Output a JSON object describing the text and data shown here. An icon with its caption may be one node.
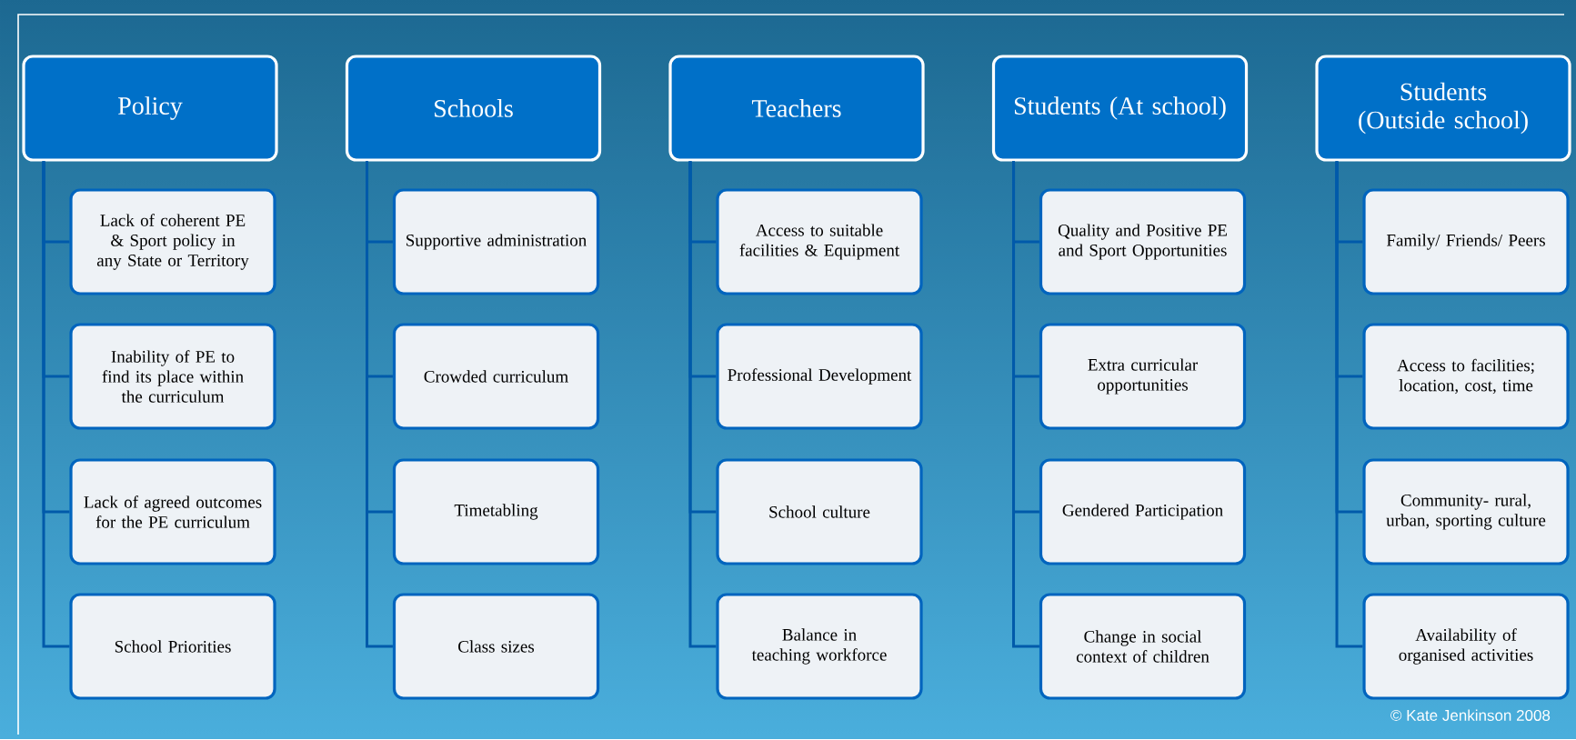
{
  "diagram": {
    "nodes": [
      {
        "text": [
          "Policy"
        ]
      },
      {
        "text": [
          "Lack of coherent PE & Sport policy in any State or Territory"
        ]
      },
      {
        "text": [
          "Inability of PE to find its place within the curriculum"
        ]
      },
      {
        "text": [
          "Lack of agreed outcomes for the PE curriculum"
        ]
      },
      {
        "text": [
          "School Priorities"
        ]
      },
      {
        "text": [
          "Schools"
        ]
      },
      {
        "text": [
          "Supportive administration"
        ]
      },
      {
        "text": [
          "Crowded curriculum"
        ]
      },
      {
        "text": [
          "Timetabling"
        ]
      },
      {
        "text": [
          "Class sizes"
        ]
      },
      {
        "text": [
          "Teachers"
        ]
      },
      {
        "text": [
          "Access to suitable facilities & Equipment"
        ]
      },
      {
        "text": [
          "Professional Development"
        ]
      },
      {
        "text": [
          "School culture"
        ]
      },
      {
        "text": [
          "Balance in teaching workforce"
        ]
      },
      {
        "text": [
          "Students (At school)"
        ]
      },
      {
        "text": [
          "Quality and Positive PE and Sport Opportunities"
        ]
      },
      {
        "text": [
          "Extra curricular opportunities"
        ]
      },
      {
        "text": [
          "Gendered Participation"
        ]
      },
      {
        "text": [
          "Change in social context of children"
        ]
      },
      {
        "text": [
          "Students (Outside school)"
        ]
      },
      {
        "text": [
          "Family/ Friends/ Peers"
        ]
      },
      {
        "text": [
          "Access to facilities; location, cost, time"
        ]
      },
      {
        "text": [
          "Community- rural, urban, sporting culture"
        ]
      },
      {
        "text": [
          "Availability of organised activities"
        ]
      }
    ],
    "edges": [
      {
        "from": 0,
        "to": 1,
        "arrow": "none"
      },
      {
        "from": 0,
        "to": 2,
        "arrow": "none"
      },
      {
        "from": 0,
        "to": 3,
        "arrow": "none"
      },
      {
        "from": 0,
        "to": 4,
        "arrow": "none"
      },
      {
        "from": 5,
        "to": 6,
        "arrow": "none"
      },
      {
        "from": 5,
        "to": 7,
        "arrow": "none"
      },
      {
        "from": 5,
        "to": 8,
        "arrow": "none"
      },
      {
        "from": 5,
        "to": 9,
        "arrow": "none"
      },
      {
        "from": 10,
        "to": 11,
        "arrow": "none"
      },
      {
        "from": 10,
        "to": 12,
        "arrow": "none"
      },
      {
        "from": 10,
        "to": 13,
        "arrow": "none"
      },
      {
        "from": 10,
        "to": 14,
        "arrow": "none"
      },
      {
        "from": 15,
        "to": 16,
        "arrow": "none"
      },
      {
        "from": 15,
        "to": 17,
        "arrow": "none"
      },
      {
        "from": 15,
        "to": 18,
        "arrow": "none"
      },
      {
        "from": 15,
        "to": 19,
        "arrow": "none"
      },
      {
        "from": 20,
        "to": 21,
        "arrow": "none"
      },
      {
        "from": 20,
        "to": 22,
        "arrow": "none"
      },
      {
        "from": 20,
        "to": 23,
        "arrow": "none"
      },
      {
        "from": 20,
        "to": 24,
        "arrow": "none"
      }
    ],
    "labels": [
      "© Kate Jenkinson 2008"
    ]
  }
}
